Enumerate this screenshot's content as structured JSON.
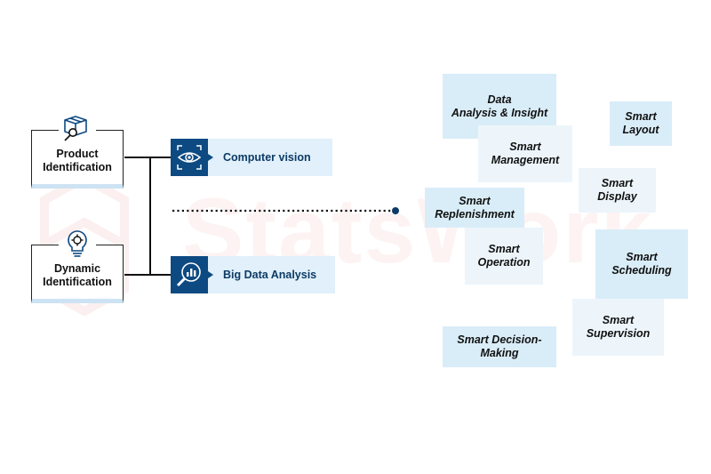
{
  "watermark": {
    "text": "StatsWork"
  },
  "left_boxes": [
    {
      "label": "Product\nIdentification",
      "icon": "box-with-magnifier-icon"
    },
    {
      "label": "Dynamic\nIdentification",
      "icon": "lightbulb-gear-icon"
    }
  ],
  "technologies": [
    {
      "label": "Computer vision",
      "icon": "eye-scan-icon"
    },
    {
      "label": "Big Data Analysis",
      "icon": "magnifier-chart-icon"
    }
  ],
  "applications": [
    {
      "label": "Data\nAnalysis & Insight"
    },
    {
      "label": "Smart\nLayout"
    },
    {
      "label": "Smart\nManagement"
    },
    {
      "label": "Smart\nDisplay"
    },
    {
      "label": "Smart\nReplenishment"
    },
    {
      "label": "Smart\nOperation"
    },
    {
      "label": "Smart\nScheduling"
    },
    {
      "label": "Smart\nSupervision"
    },
    {
      "label": "Smart Decision-\nMaking"
    }
  ],
  "colors": {
    "accent_dark": "#0d4a82",
    "tech_bg": "#e1f0fa",
    "tag_dark": "#d9edf8",
    "tag_light": "#edf5fb",
    "box_underline": "#cde3f3"
  }
}
